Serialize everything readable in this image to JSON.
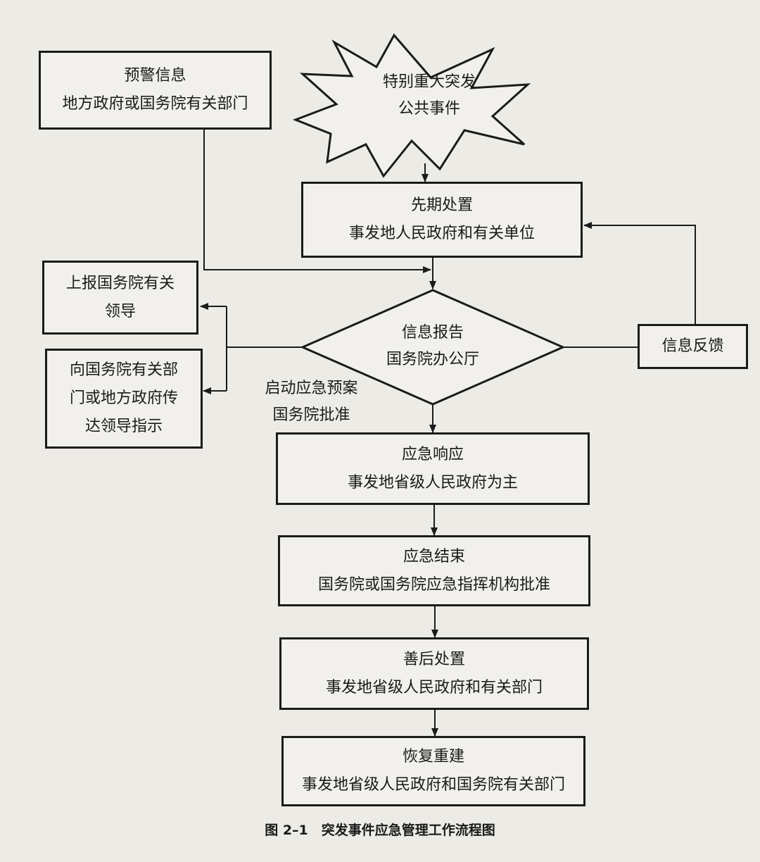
{
  "warning_box": {
    "title": "预警信息",
    "subtitle": "地方政府或国务院有关部门"
  },
  "event_burst": {
    "line1": "特别重大突发",
    "line2": "公共事件"
  },
  "initial_disposal": {
    "title": "先期处置",
    "subtitle": "事发地人民政府和有关单位"
  },
  "info_report": {
    "title": "信息报告",
    "subtitle": "国务院办公厅"
  },
  "report_leaders": {
    "line1": "上报国务院有关",
    "line2": "领导"
  },
  "convey_instructions": {
    "line1": "向国务院有关部",
    "line2": "门或地方政府传",
    "line3": "达领导指示"
  },
  "info_feedback": {
    "label": "信息反馈"
  },
  "activate_plan": {
    "line1": "启动应急预案",
    "line2": "国务院批准"
  },
  "emergency_response": {
    "title": "应急响应",
    "subtitle": "事发地省级人民政府为主"
  },
  "emergency_end": {
    "title": "应急结束",
    "subtitle": "国务院或国务院应急指挥机构批准"
  },
  "aftermath": {
    "title": "善后处置",
    "subtitle": "事发地省级人民政府和有关部门"
  },
  "recovery": {
    "title": "恢复重建",
    "subtitle": "事发地省级人民政府和国务院有关部门"
  },
  "caption": "图 2–1　突发事件应急管理工作流程图"
}
